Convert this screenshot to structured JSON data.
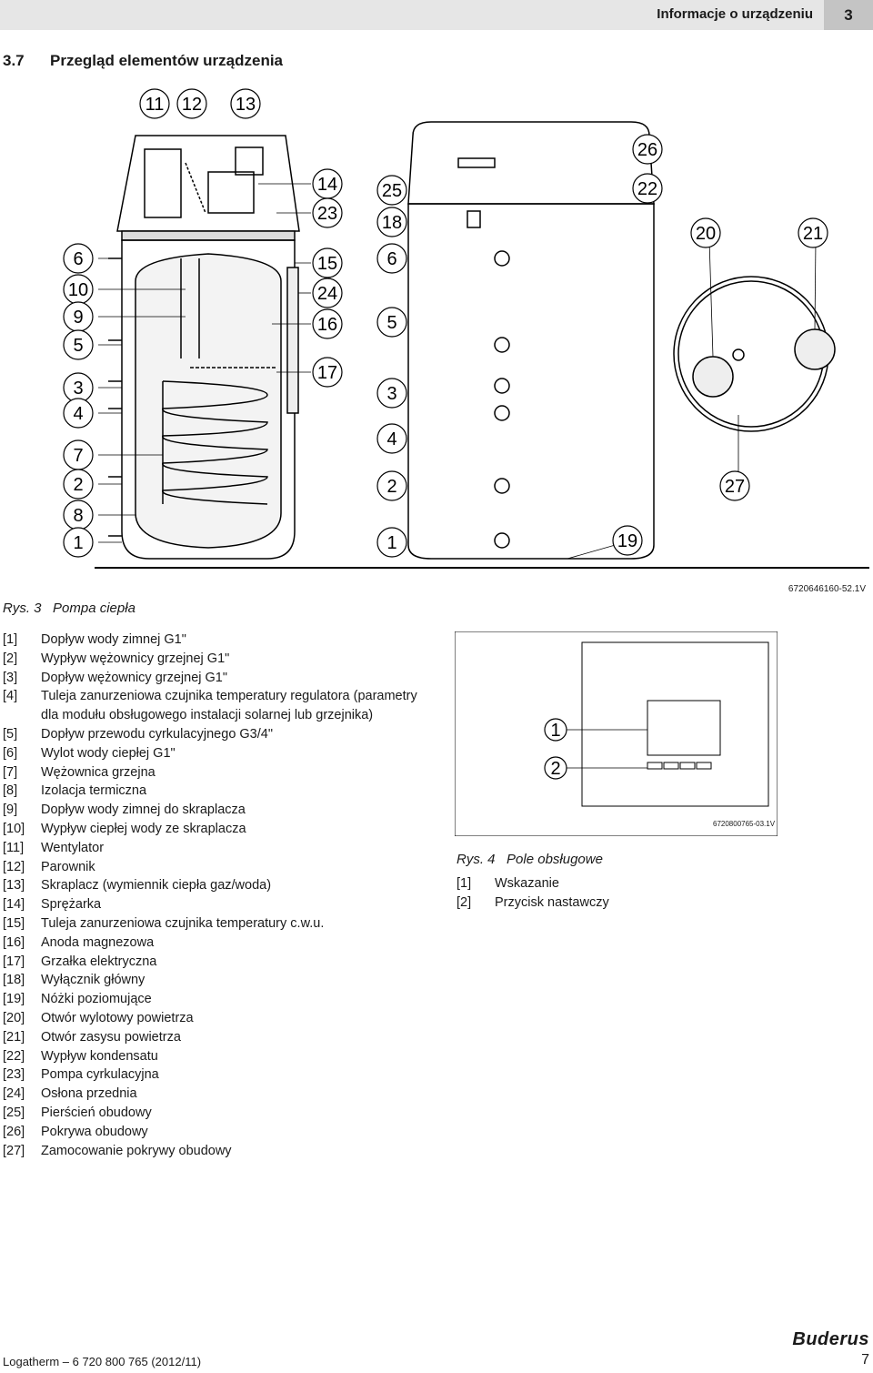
{
  "header": {
    "section": "Informacje o urządzeniu",
    "chapter": "3"
  },
  "heading": {
    "number": "3.7",
    "title": "Przegląd elementów urządzenia"
  },
  "figure3": {
    "code": "6720646160-52.1V",
    "caption_label": "Rys. 3",
    "caption_text": "Pompa ciepła",
    "callouts_left": [
      "6",
      "10",
      "9",
      "5",
      "3",
      "4",
      "7",
      "2",
      "8",
      "1"
    ],
    "callouts_top": [
      "11",
      "12",
      "13"
    ],
    "callouts_mid": [
      "14",
      "23",
      "15",
      "24",
      "16",
      "17"
    ],
    "callouts_center": [
      "25",
      "18",
      "6",
      "5",
      "3",
      "4",
      "2",
      "1"
    ],
    "callouts_right": [
      "26",
      "22",
      "20",
      "21",
      "27",
      "19"
    ],
    "legend": [
      {
        "key": "[1]",
        "text": "Dopływ wody zimnej G1\""
      },
      {
        "key": "[2]",
        "text": "Wypływ wężownicy grzejnej G1\""
      },
      {
        "key": "[3]",
        "text": "Dopływ wężownicy grzejnej G1\""
      },
      {
        "key": "[4]",
        "text": "Tuleja zanurzeniowa czujnika temperatury regulatora (parametry"
      },
      {
        "key": "",
        "text": "dla modułu obsługowego instalacji solarnej lub grzejnika)"
      },
      {
        "key": "[5]",
        "text": "Dopływ przewodu cyrkulacyjnego G3/4\""
      },
      {
        "key": "[6]",
        "text": "Wylot wody ciepłej G1\""
      },
      {
        "key": "[7]",
        "text": "Wężownica grzejna"
      },
      {
        "key": "[8]",
        "text": "Izolacja termiczna"
      },
      {
        "key": "[9]",
        "text": "Dopływ wody zimnej do skraplacza"
      },
      {
        "key": "[10]",
        "text": "Wypływ ciepłej wody ze skraplacza"
      },
      {
        "key": "[11]",
        "text": "Wentylator"
      },
      {
        "key": "[12]",
        "text": "Parownik"
      },
      {
        "key": "[13]",
        "text": "Skraplacz (wymiennik ciepła gaz/woda)"
      },
      {
        "key": "[14]",
        "text": "Sprężarka"
      },
      {
        "key": "[15]",
        "text": "Tuleja zanurzeniowa czujnika temperatury c.w.u."
      },
      {
        "key": "[16]",
        "text": "Anoda magnezowa"
      },
      {
        "key": "[17]",
        "text": "Grzałka elektryczna"
      },
      {
        "key": "[18]",
        "text": "Wyłącznik główny"
      },
      {
        "key": "[19]",
        "text": "Nóżki poziomujące"
      },
      {
        "key": "[20]",
        "text": "Otwór wylotowy powietrza"
      },
      {
        "key": "[21]",
        "text": "Otwór zasysu powietrza"
      },
      {
        "key": "[22]",
        "text": "Wypływ kondensatu"
      },
      {
        "key": "[23]",
        "text": "Pompa cyrkulacyjna"
      },
      {
        "key": "[24]",
        "text": "Osłona przednia"
      },
      {
        "key": "[25]",
        "text": "Pierścień obudowy"
      },
      {
        "key": "[26]",
        "text": "Pokrywa obudowy"
      },
      {
        "key": "[27]",
        "text": "Zamocowanie pokrywy obudowy"
      }
    ]
  },
  "figure4": {
    "code": "6720800765-03.1V",
    "caption_label": "Rys. 4",
    "caption_text": "Pole obsługowe",
    "callouts": [
      "1",
      "2"
    ],
    "legend": [
      {
        "key": "[1]",
        "text": "Wskazanie"
      },
      {
        "key": "[2]",
        "text": "Przycisk nastawczy"
      }
    ]
  },
  "footer": {
    "doc": "Logatherm – 6 720 800 765 (2012/11)",
    "page": "7",
    "brand": "Buderus"
  }
}
